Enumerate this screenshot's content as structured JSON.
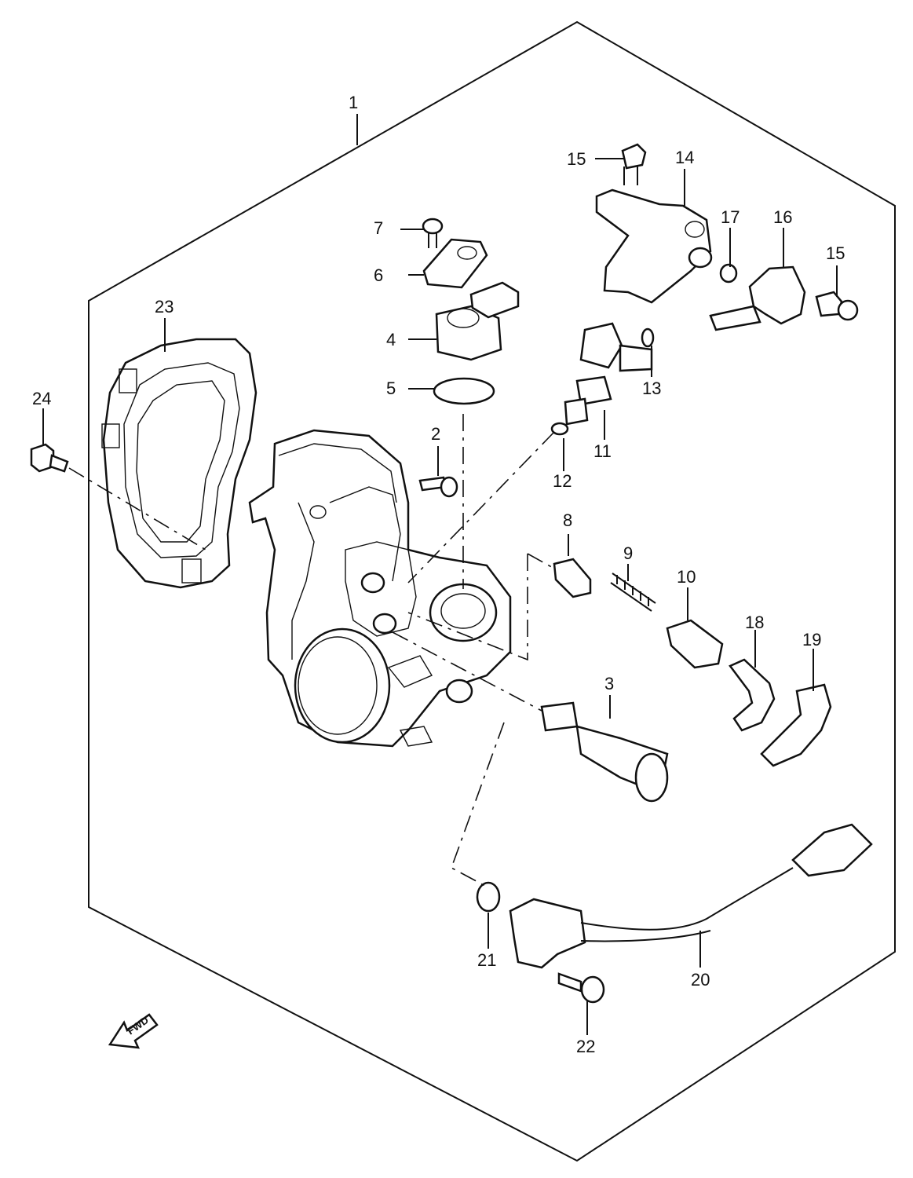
{
  "callouts": [
    "1",
    "2",
    "3",
    "4",
    "5",
    "6",
    "7",
    "8",
    "9",
    "10",
    "11",
    "12",
    "13",
    "14",
    "15",
    "15",
    "16",
    "17",
    "18",
    "19",
    "20",
    "21",
    "22",
    "23",
    "24"
  ],
  "fwd_label": "FWD"
}
